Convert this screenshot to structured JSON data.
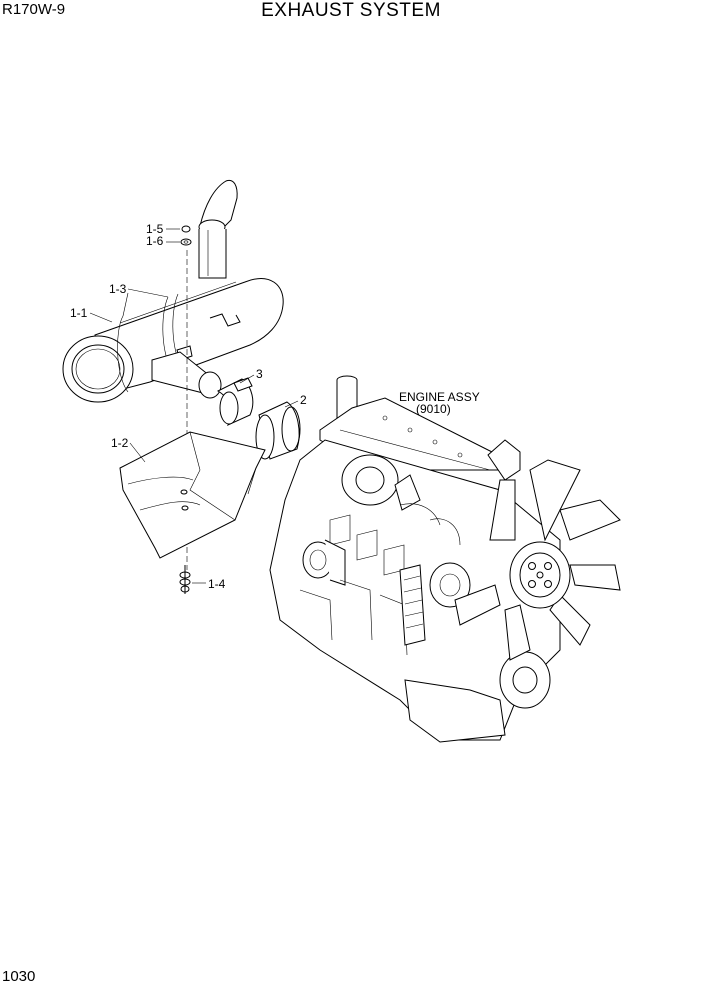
{
  "header": {
    "model": "R170W-9",
    "title": "EXHAUST SYSTEM"
  },
  "footer": {
    "page_number": "1030"
  },
  "callouts": {
    "c1_5": "1-5",
    "c1_6": "1-6",
    "c1_3": "1-3",
    "c1_1": "1-1",
    "c3": "3",
    "c2": "2",
    "c1_2": "1-2",
    "c1_4": "1-4",
    "engine_line1": "ENGINE ASSY",
    "engine_line2": "(9010)"
  }
}
